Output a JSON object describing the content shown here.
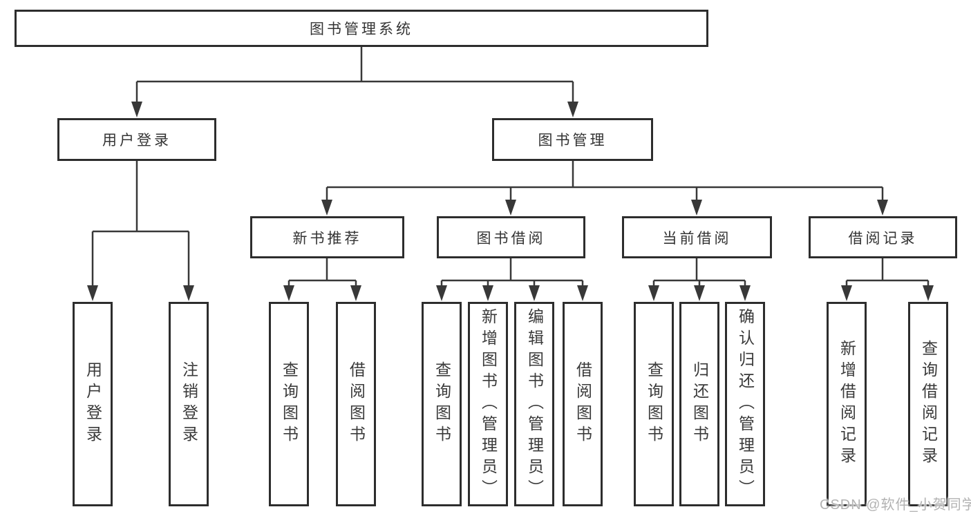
{
  "tree": {
    "root": "图书管理系统",
    "branches": [
      {
        "label": "用户登录",
        "children": [
          "用户登录",
          "注销登录"
        ]
      },
      {
        "label": "图书管理",
        "sections": [
          {
            "label": "新书推荐",
            "children": [
              "查询图书",
              "借阅图书"
            ]
          },
          {
            "label": "图书借阅",
            "children": [
              "查询图书",
              "新增图书（管理员）",
              "编辑图书（管理员）",
              "借阅图书"
            ]
          },
          {
            "label": "当前借阅",
            "children": [
              "查询图书",
              "归还图书",
              "确认归还（管理员）"
            ]
          },
          {
            "label": "借阅记录",
            "children": [
              "新增借阅记录",
              "查询借阅记录"
            ]
          }
        ]
      }
    ]
  },
  "watermark": "CSDN @软件_小贺同学",
  "colors": {
    "line": "#383838",
    "box_border": "#2d2d2d",
    "text": "#333333",
    "background": "#ffffff",
    "watermark_text": "#b2b2b2"
  }
}
